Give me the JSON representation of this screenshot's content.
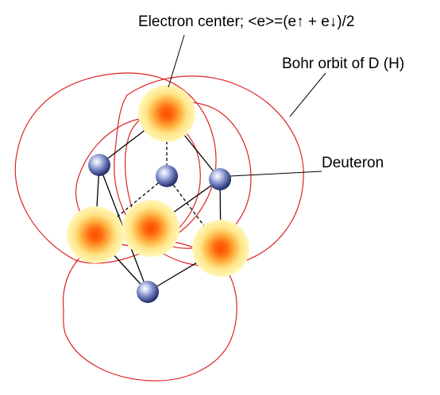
{
  "labels": {
    "electron_center": "Electron center; <e>=(e↑ + e↓)/2",
    "bohr_orbit": "Bohr orbit of D (H)",
    "deuteron": "Deuteron"
  },
  "colors": {
    "orbit": "#dd2222",
    "electron_core": "#ff4a00",
    "electron_mid": "#ffb040",
    "electron_halo": "#fff7b8",
    "deuteron_light": "#ffffff",
    "deuteron_mid": "#7f8fc8",
    "deuteron_dark": "#242c66",
    "bond": "#000000"
  }
}
